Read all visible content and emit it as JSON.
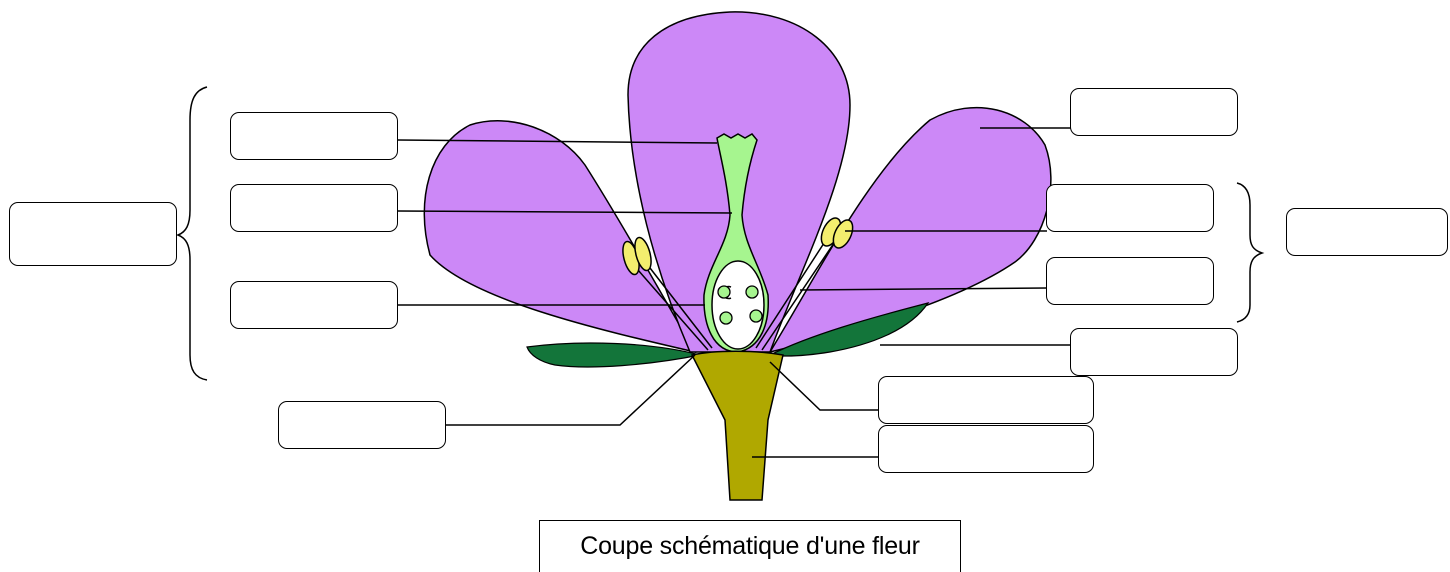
{
  "caption": "Coupe schématique d'une fleur",
  "colors": {
    "petal": "#cc88f7",
    "pistil": "#a6f58f",
    "stamen_anther": "#f3ee6e",
    "sepal": "#13753a",
    "receptacle_stem": "#b0a800",
    "outline": "#000000"
  },
  "label_boxes": [
    {
      "part": "stigmate",
      "text": ""
    },
    {
      "part": "style",
      "text": ""
    },
    {
      "part": "ovule",
      "text": ""
    },
    {
      "part": "pistil",
      "text": ""
    },
    {
      "part": "sepale",
      "text": ""
    },
    {
      "part": "petale",
      "text": ""
    },
    {
      "part": "anthere",
      "text": ""
    },
    {
      "part": "filet",
      "text": ""
    },
    {
      "part": "etamine",
      "text": ""
    },
    {
      "part": "sepale-droit",
      "text": ""
    },
    {
      "part": "receptacle",
      "text": ""
    },
    {
      "part": "pedoncule",
      "text": ""
    }
  ]
}
